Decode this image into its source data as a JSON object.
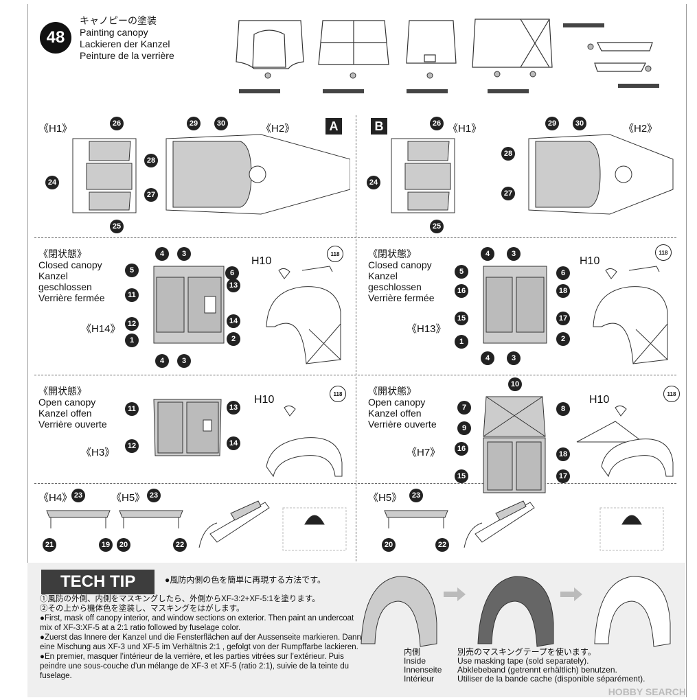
{
  "step": {
    "number": "48",
    "title_ja": "キャノピーの塗装",
    "title_en": "Painting canopy",
    "title_de": "Lackieren der Kanzel",
    "title_fr": "Peinture de la verrière"
  },
  "panels": {
    "A": "A",
    "B": "B"
  },
  "refs": {
    "H1": "《H1》",
    "H2": "《H2》",
    "H3": "《H3》",
    "H4": "《H4》",
    "H5": "《H5》",
    "H7": "《H7》",
    "H13": "《H13》",
    "H14": "《H14》",
    "H10": "H10"
  },
  "closed": {
    "ja": "《閉状態》",
    "en": "Closed canopy",
    "de1": "Kanzel",
    "de2": "geschlossen",
    "fr": "Verrière fermée"
  },
  "open": {
    "ja": "《開状態》",
    "en": "Open canopy",
    "de": "Kanzel offen",
    "fr": "Verrière ouverte"
  },
  "paint_ref": "118",
  "numbers": {
    "n1": "1",
    "n2": "2",
    "n3": "3",
    "n4": "4",
    "n5": "5",
    "n6": "6",
    "n7": "7",
    "n8": "8",
    "n9": "9",
    "n10": "10",
    "n11": "11",
    "n12": "12",
    "n13": "13",
    "n14": "14",
    "n15": "15",
    "n16": "16",
    "n17": "17",
    "n18": "18",
    "n19": "19",
    "n20": "20",
    "n21": "21",
    "n22": "22",
    "n23": "23",
    "n24": "24",
    "n25": "25",
    "n26": "26",
    "n27": "27",
    "n28": "28",
    "n29": "29",
    "n30": "30"
  },
  "tech_tip": {
    "badge": "TECH TIP",
    "heading": "●風防内側の色を簡単に再現する方法です。",
    "line1": "①風防の外側、内側をマスキングしたら、外側からXF-3:2+XF-5:1を塗ります。",
    "line2": "②その上から機体色を塗装し、マスキングをはがします。",
    "en": "●First, mask off canopy interior, and window sections on exterior. Then paint an undercoat mix of XF-3:XF-5 at a 2:1 ratio followed by fuselage color.",
    "de": "●Zuerst das Innere der Kanzel und die Fensterflächen auf der Aussenseite markieren. Dann eine Mischung aus XF-3 und XF-5 im Verhältnis 2:1 , gefolgt von der Rumpffarbe lackieren.",
    "fr": "●En premier, masquer l’intérieur de la verrière, et les parties vitrées sur l’extérieur. Puis peindre une sous-couche d’un mélange de XF-3 et XF-5 (ratio 2:1), suivie de la teinte du fuselage.",
    "inside_ja": "内側",
    "inside_en": "Inside",
    "inside_de": "Innenseite",
    "inside_fr": "Intérieur",
    "mask_ja": "別売のマスキングテープを使います。",
    "mask_en": "Use masking tape (sold separately).",
    "mask_de": "Abklebeband (getrennt erhältlich) benutzen.",
    "mask_fr": "Utiliser de la bande cache (disponible séparément)."
  },
  "watermark": "HOBBY SEARCH"
}
